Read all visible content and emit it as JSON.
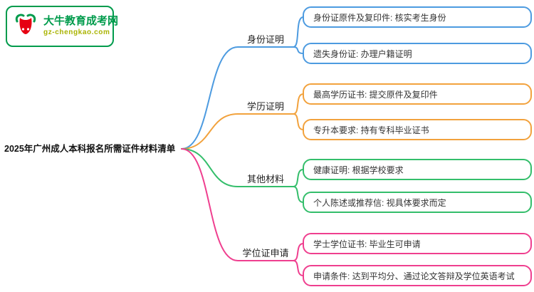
{
  "logo": {
    "site_name": "大牛教育成考网",
    "site_url": "gz-chengkao.com",
    "brand_green": "#009B4C",
    "url_color": "#A9B300"
  },
  "root": {
    "label": "2025年广州成人本科报名所需证件材料清单"
  },
  "branches": [
    {
      "label": "身份证明",
      "color": "#4D9BE0",
      "children": [
        {
          "label": "身份证原件及复印件: 核实考生身份"
        },
        {
          "label": "遗失身份证: 办理户籍证明"
        }
      ]
    },
    {
      "label": "学历证明",
      "color": "#F2A23D",
      "children": [
        {
          "label": "最高学历证书: 提交原件及复印件"
        },
        {
          "label": "专升本要求: 持有专科毕业证书"
        }
      ]
    },
    {
      "label": "其他材料",
      "color": "#34BE6B",
      "children": [
        {
          "label": "健康证明: 根据学校要求"
        },
        {
          "label": "个人陈述或推荐信: 视具体要求而定"
        }
      ]
    },
    {
      "label": "学位证申请",
      "color": "#EF3F8F",
      "children": [
        {
          "label": "学士学位证书: 毕业生可申请"
        },
        {
          "label": "申请条件: 达到平均分、通过论文答辩及学位英语考试"
        }
      ]
    }
  ]
}
